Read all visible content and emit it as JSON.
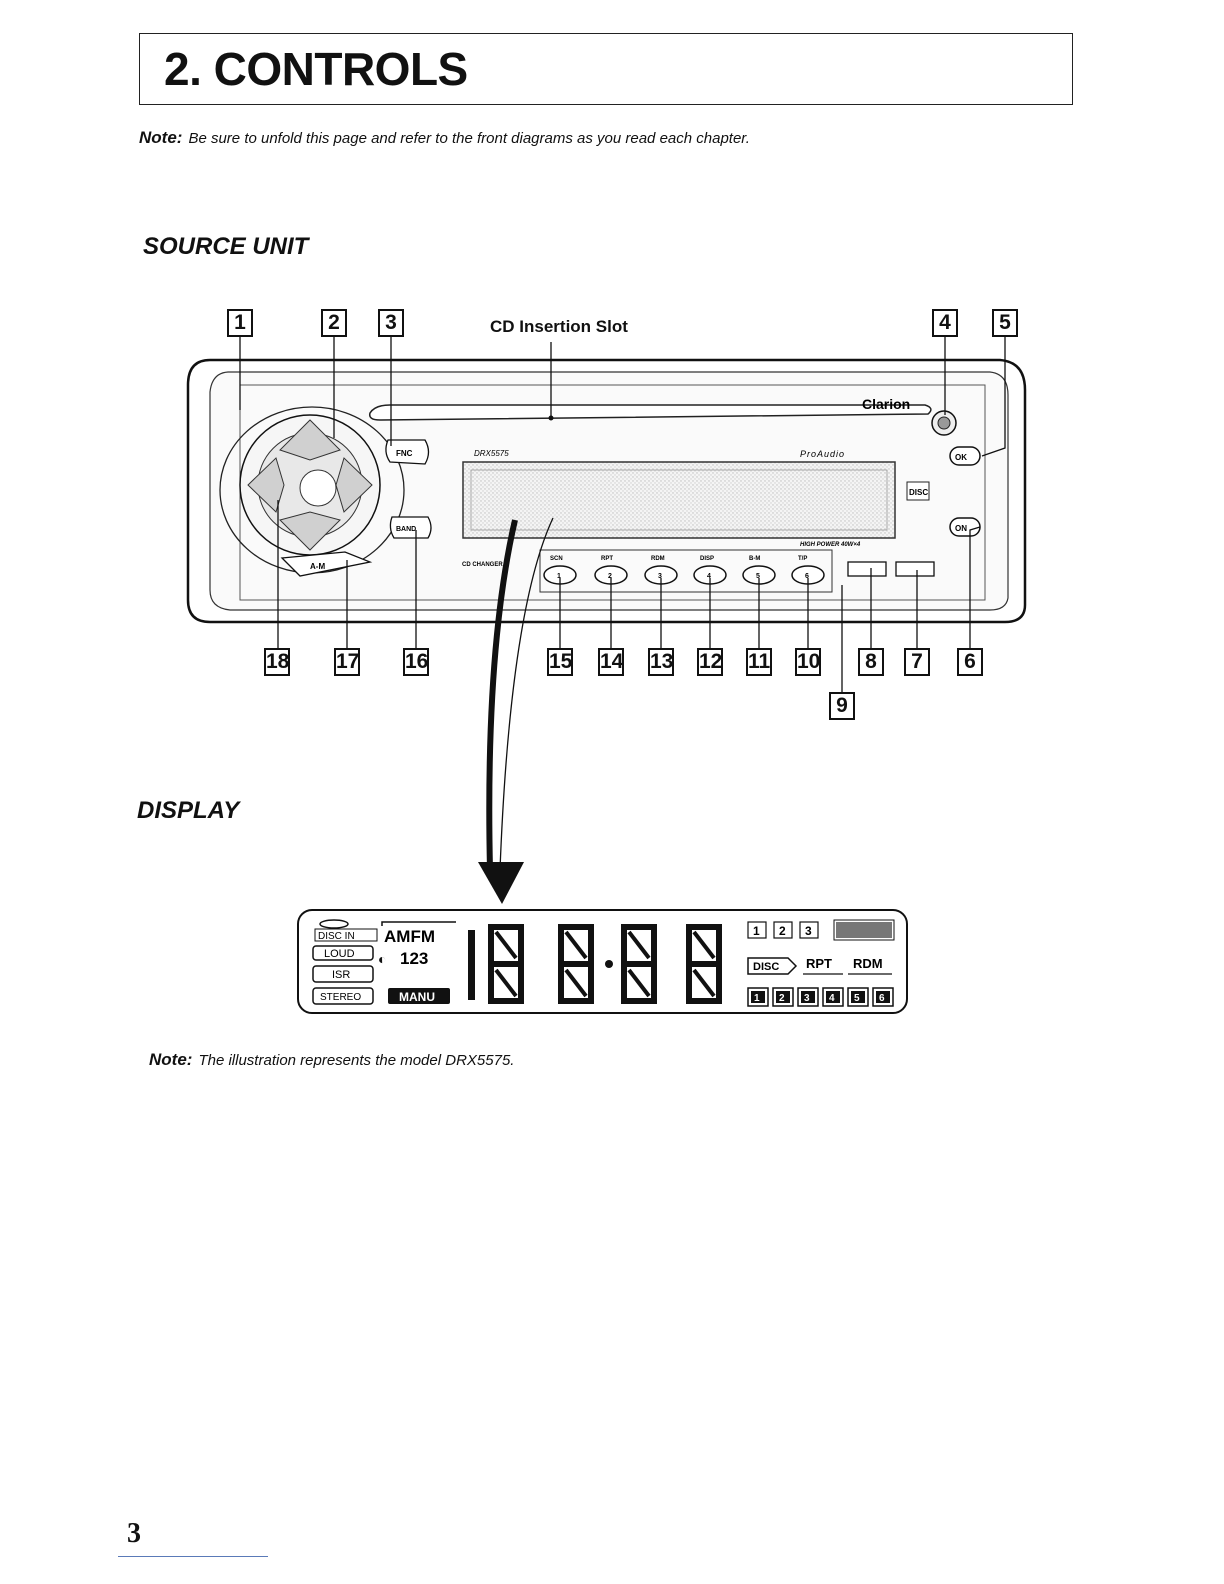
{
  "title": "2. CONTROLS",
  "note_top": {
    "label": "Note:",
    "text": "Be sure to unfold this page and refer to the front diagrams as you read each chapter."
  },
  "source_unit": {
    "heading": "SOURCE UNIT",
    "cd_slot_label": "CD Insertion Slot",
    "brand": "Clarion",
    "model": "DRX5575",
    "logo": "ProAudio",
    "disc_badge": "DISC",
    "cd_changer": "CD CHANGER",
    "power_label": "HIGH POWER 40W×4",
    "preset_labels": [
      "SCN",
      "RPT",
      "RDM",
      "DISP",
      "B-M",
      "T/P"
    ],
    "side_buttons": {
      "fnc": "FNC",
      "band": "BAND",
      "am": "A-M",
      "on": "ON",
      "ok": "OK"
    },
    "callouts_top": [
      "1",
      "2",
      "3",
      "4",
      "5"
    ],
    "callouts_bottom": [
      "18",
      "17",
      "16",
      "15",
      "14",
      "13",
      "12",
      "11",
      "10",
      "8",
      "7",
      "6"
    ],
    "callout_9": "9"
  },
  "display": {
    "heading": "DISPLAY",
    "disc_in": "DISC IN",
    "amfm": "AMFM",
    "loud": "LOUD",
    "num123": "123",
    "isr": "ISR",
    "stereo": "STEREO",
    "manu": "MANU",
    "disc": "DISC",
    "rpt": "RPT",
    "rdm": "RDM",
    "top_digits": [
      "1",
      "2",
      "3"
    ],
    "bottom_digits": [
      "1",
      "2",
      "3",
      "4",
      "5",
      "6"
    ]
  },
  "note_bottom": {
    "label": "Note:",
    "text": "The illustration represents the model DRX5575."
  },
  "page_number": "3"
}
